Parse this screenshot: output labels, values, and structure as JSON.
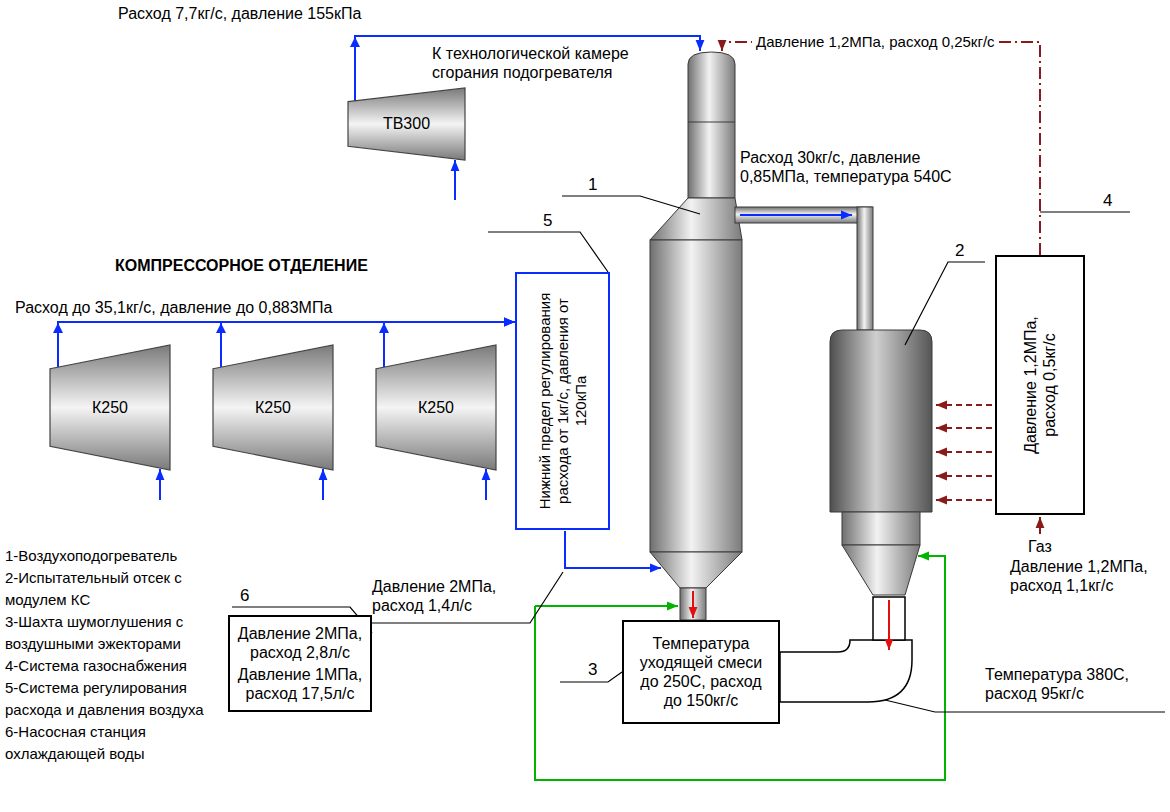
{
  "diagram": {
    "nodes": [
      {
        "text": [
          "ТВ300"
        ]
      },
      {
        "text": [
          "К250"
        ]
      },
      {
        "text": [
          "К250"
        ]
      },
      {
        "text": [
          "К250"
        ]
      },
      {
        "text": [
          "Нижний предел регулирования расхода от 1кг/с, давления от 120кПа"
        ]
      },
      {
        "text": [
          "Давление 1,2МПа, расход 0,5кг/с"
        ]
      },
      {
        "text": [
          "Температура уходящей смеси до 250С, расход до 150кг/с"
        ]
      },
      {
        "text": [
          "Давление 2МПа, расход 2,8л/с",
          "Давление 1МПа, расход 17,5л/с"
        ]
      }
    ],
    "edges": [
      {
        "from": 1,
        "to": 4,
        "arrow": "to"
      },
      {
        "from": 2,
        "to": 4,
        "arrow": "to"
      },
      {
        "from": 3,
        "to": 4,
        "arrow": "to"
      }
    ],
    "labels": [
      "Расход 7,7кг/с, давление 155кПа",
      "К технологической камере сгорания подогревателя",
      "Давление 1,2МПа, расход 0,25кг/с",
      "1",
      "Расход 30кг/с, давление 0,85МПа, температура 540С",
      "4",
      "2",
      "5",
      "КОМПРЕССОРНОЕ ОТДЕЛЕНИЕ",
      "Расход до 35,1кг/с, давление до 0,883МПа",
      "1-Воздухоподогреватель",
      "2-Испытательный отсек с модулем КС",
      "3-Шахта шумоглушения с воздушными эжекторами",
      "4-Система газоснабжения",
      "5-Система регулирования расхода и давления воздуха",
      "6-Насосная станция охлаждающей воды",
      "Давление 2МПа, расход 1,4л/с",
      "6",
      "3",
      "Газ",
      "Давление 1,2МПа, расход 1,1кг/с",
      "Температура 380С, расход 95кг/с"
    ]
  }
}
